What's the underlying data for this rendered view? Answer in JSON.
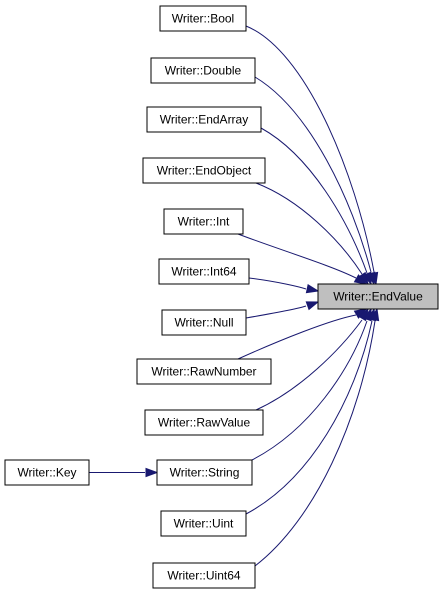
{
  "graph": {
    "target": "Writer::EndValue",
    "callers": [
      "Writer::Bool",
      "Writer::Double",
      "Writer::EndArray",
      "Writer::EndObject",
      "Writer::Int",
      "Writer::Int64",
      "Writer::Null",
      "Writer::RawNumber",
      "Writer::RawValue",
      "Writer::String",
      "Writer::Uint",
      "Writer::Uint64"
    ],
    "second_level": {
      "caller": "Writer::Key",
      "calls": "Writer::String"
    },
    "colors": {
      "edge": "#191970",
      "target_fill": "#bfbfbf",
      "node_fill": "#ffffff",
      "border": "#000000"
    }
  }
}
